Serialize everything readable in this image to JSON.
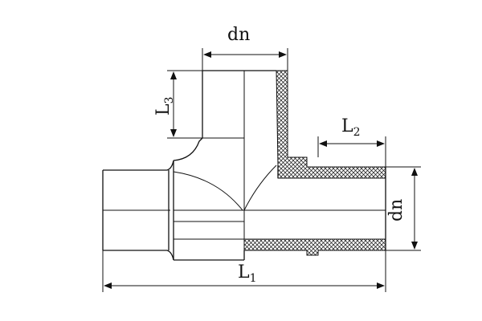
{
  "labels": {
    "dn_top": "dn",
    "dn_right": "dn",
    "L1_main": "L",
    "L1_sub": "1",
    "L2_main": "L",
    "L2_sub": "2",
    "L3_main": "L",
    "L3_sub": "3"
  },
  "colors": {
    "line": "#111111",
    "background": "#ffffff"
  }
}
